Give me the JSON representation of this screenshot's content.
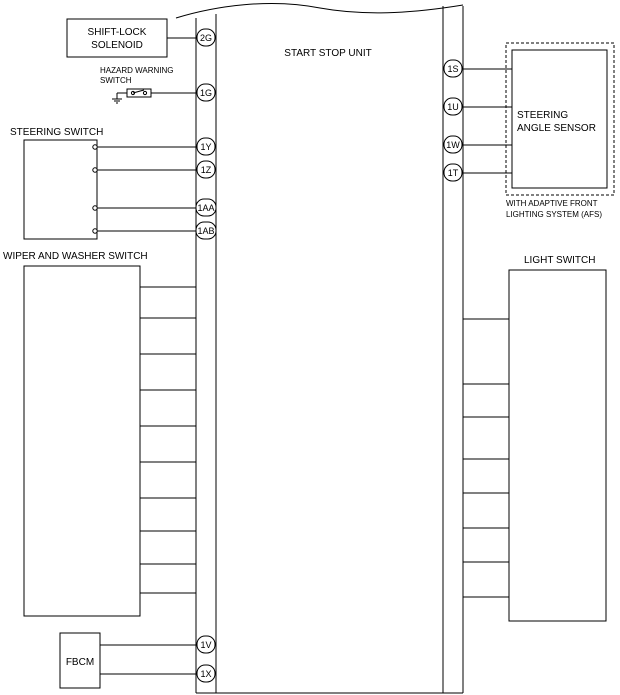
{
  "unit": {
    "label": "START STOP UNIT"
  },
  "shift_lock": {
    "label_line1": "SHIFT-LOCK",
    "label_line2": "SOLENOID",
    "pin": "2G"
  },
  "hazard": {
    "label_line1": "HAZARD WARNING",
    "label_line2": "SWITCH",
    "pin": "1G"
  },
  "steering_switch": {
    "label": "STEERING SWITCH",
    "pins": [
      "1Y",
      "1Z",
      "1AA",
      "1AB"
    ]
  },
  "steering_angle_sensor": {
    "label_line1": "STEERING",
    "label_line2": "ANGLE SENSOR",
    "pins": [
      "1S",
      "1U",
      "1W",
      "1T"
    ],
    "note_line1": "WITH ADAPTIVE FRONT",
    "note_line2": "LIGHTING SYSTEM (AFS)"
  },
  "wiper_switch": {
    "label": "WIPER AND WASHER SWITCH"
  },
  "light_switch": {
    "label": "LIGHT SWITCH"
  },
  "fbcm": {
    "label": "FBCM",
    "pins": [
      "1V",
      "1X"
    ]
  }
}
